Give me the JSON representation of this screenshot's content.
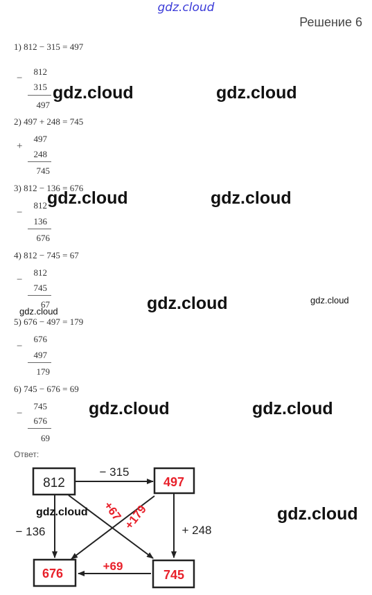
{
  "header": {
    "site_logo": "gdz.cloud",
    "title": "Решение 6"
  },
  "steps": [
    {
      "equation": "1) 812 − 315 = 497",
      "sign": "−",
      "top": "812",
      "bottom": "315",
      "result": "497"
    },
    {
      "equation": "2) 497 + 248 = 745",
      "sign": "+",
      "top": "497",
      "bottom": "248",
      "result": "745"
    },
    {
      "equation": "3) 812 − 136 = 676",
      "sign": "−",
      "top": "812",
      "bottom": "136",
      "result": "676"
    },
    {
      "equation": "4) 812 − 745 = 67",
      "sign": "−",
      "top": "812",
      "bottom": "745",
      "result": "67"
    },
    {
      "equation": "5) 676 − 497 = 179",
      "sign": "−",
      "top": "676",
      "bottom": "497",
      "result": "179"
    },
    {
      "equation": "6) 745 − 676 = 69",
      "sign": "−",
      "top": "745",
      "bottom": "676",
      "result": "69"
    }
  ],
  "answer": {
    "label": "Ответ:",
    "diagram": {
      "box_top_left": "812",
      "box_top_right": "497",
      "box_bottom_left": "676",
      "box_bottom_right": "745",
      "op_top": "− 315",
      "op_left": "− 136",
      "op_right": "+ 248",
      "op_bottom": "+69",
      "op_diag_1": "+67",
      "op_diag_2": "+179",
      "colors": {
        "red": "#e8202a",
        "black": "#222222"
      }
    }
  },
  "watermark": "gdz.cloud"
}
